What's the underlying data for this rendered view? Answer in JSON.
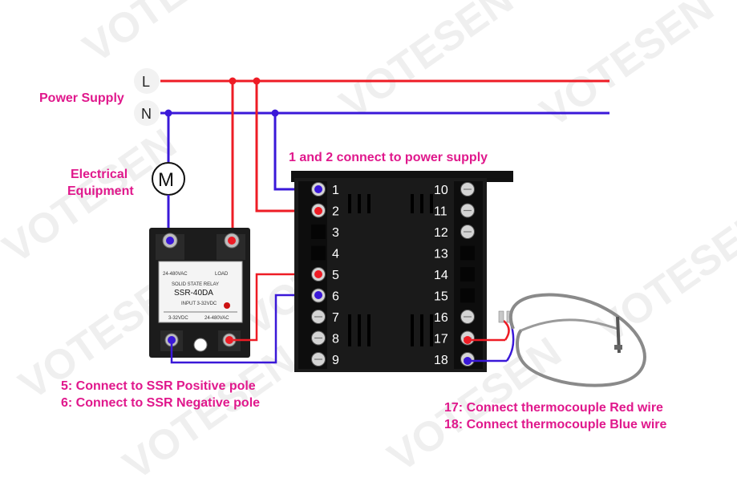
{
  "watermark": "VOTESEN",
  "colors": {
    "live": "#ee1c25",
    "neutral": "#3a18d8",
    "annotation": "#e0188c"
  },
  "power": {
    "title": "Power Supply",
    "live_label": "L",
    "neutral_label": "N"
  },
  "load": {
    "label_line1": "Electrical",
    "label_line2": "Equipment",
    "symbol": "M"
  },
  "ssr": {
    "title": "SOLID STATE RELAY",
    "model": "SSR-40DA",
    "small_top_left": "24-480VAC",
    "small_top_right": "LOAD",
    "small_middle": "INPUT 3-32VDC",
    "small_bottom_left": "3-32VDC",
    "small_bottom_right": "24-480VAC"
  },
  "controller": {
    "left_terminals": [
      "1",
      "2",
      "3",
      "4",
      "5",
      "6",
      "7",
      "8",
      "9"
    ],
    "right_terminals": [
      "10",
      "11",
      "12",
      "13",
      "14",
      "15",
      "16",
      "17",
      "18"
    ]
  },
  "notes": {
    "power": "1 and 2 connect to power supply",
    "ssr_pos": "5: Connect to SSR Positive pole",
    "ssr_neg": "6: Connect to SSR Negative pole",
    "tc_red": "17: Connect thermocouple Red wire",
    "tc_blue": "18: Connect thermocouple Blue wire"
  }
}
